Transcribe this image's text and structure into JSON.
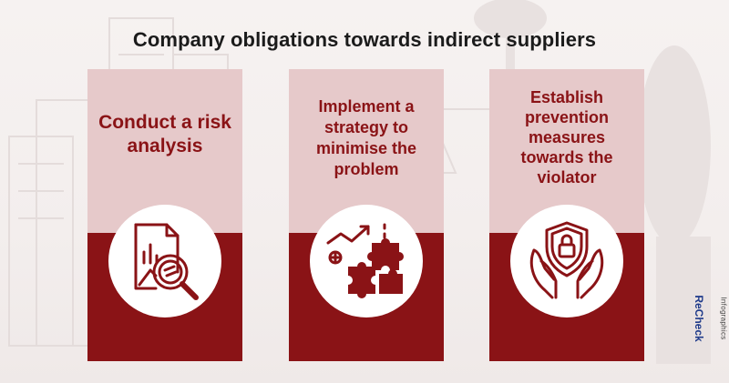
{
  "page": {
    "title": "Company obligations towards indirect suppliers"
  },
  "cards": [
    {
      "heading": "Conduct a risk analysis",
      "icon": "risk-analysis-document-magnifier-icon"
    },
    {
      "heading": "Implement a strategy to minimise the problem",
      "icon": "strategy-puzzle-growth-icon"
    },
    {
      "heading": "Establish prevention measures towards the violator",
      "icon": "hands-shield-lock-icon"
    }
  ],
  "brand": {
    "label": "Infographics",
    "name": "ReCheck"
  },
  "colors": {
    "accent": "#8a1316",
    "card_top": "#e6c9ca",
    "title": "#1b1b1b",
    "brand_blue": "#1e3a8a"
  }
}
